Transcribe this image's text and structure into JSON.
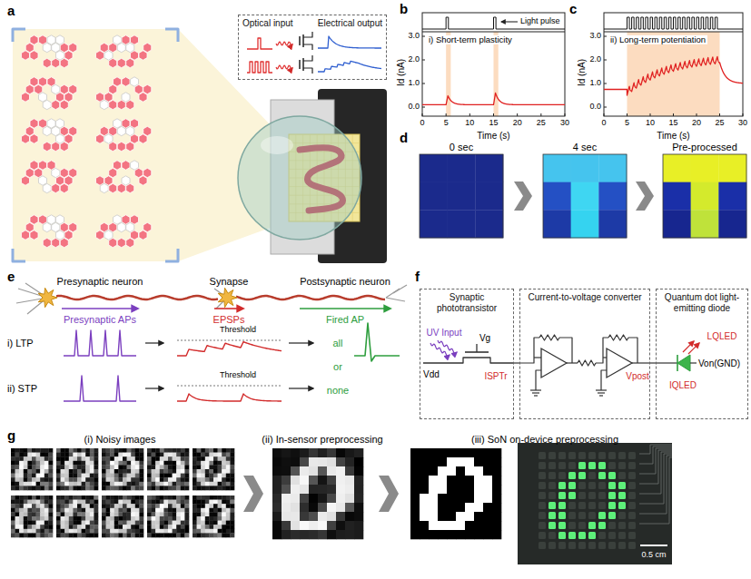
{
  "diagram": {
    "nodes": [
      {
        "text": [
          "Optical input",
          "Electrical output"
        ]
      },
      {
        "text": [
          "Synaptic phototransistor"
        ]
      },
      {
        "text": [
          "Current-to-voltage converter"
        ]
      },
      {
        "text": [
          "Quantum dot light-emitting diode"
        ]
      }
    ],
    "edges": [
      {
        "from": 1,
        "to": 2,
        "arrow": "none"
      },
      {
        "from": 2,
        "to": 3,
        "arrow": "none"
      }
    ],
    "labels": [
      "a",
      "b",
      "c",
      "d",
      "e",
      "f",
      "g",
      "Light pulse",
      "i) Short-term plasticity",
      "Id (nA)",
      "Time (s)",
      "0.0",
      "1.0",
      "2.0",
      "3.0",
      "0",
      "5",
      "10",
      "15",
      "20",
      "25",
      "30",
      "ii) Long-term potentiation",
      "Id (nA)",
      "Time (s)",
      "0.0",
      "1.0",
      "2.0",
      "3.0",
      "0",
      "5",
      "10",
      "15",
      "20",
      "25",
      "30",
      "0 sec",
      "4 sec",
      "Pre-processed",
      "Presynaptic neuron",
      "Synapse",
      "Postsynaptic neuron",
      "Presynaptic APs",
      "EPSPs",
      "Fired AP",
      "i) LTP",
      "ii) STP",
      "Threshold",
      "Threshold",
      "all",
      "or",
      "none",
      "UV Input",
      "Vg",
      "Vdd",
      "ISPTr",
      "Vpost",
      "LQLED",
      "Von(GND)",
      "IQLED",
      "(i) Noisy images",
      "(ii) In-sensor preprocessing",
      "(iii) SoN on-device preprocessing",
      "0.5 cm"
    ]
  }
}
